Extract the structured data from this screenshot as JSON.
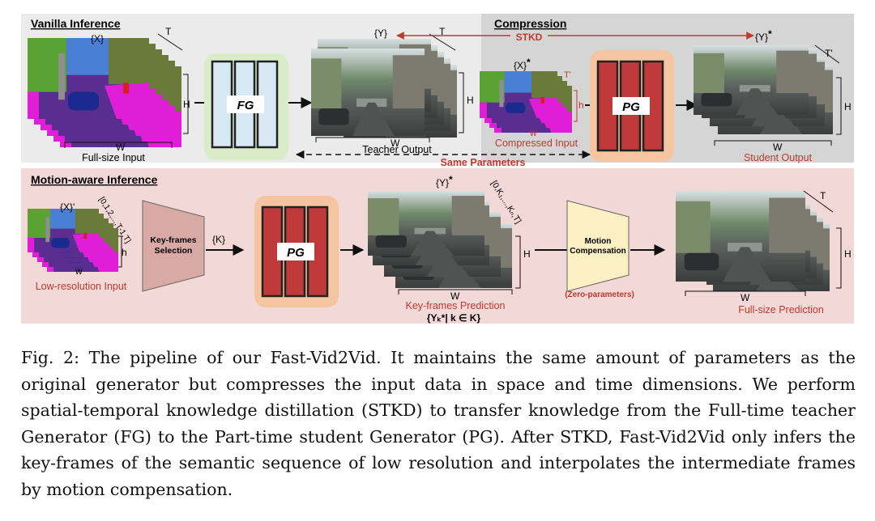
{
  "figure": {
    "vanilla": {
      "title": "Vanilla Inference",
      "input_set": "{X}",
      "input_label": "Full-size Input",
      "dim_T": "T",
      "dim_H": "H",
      "dim_W": "W",
      "generator": "FG",
      "teacher_set": "{Y}",
      "teacher_label": "Teacher Output",
      "teacher_T": "T",
      "teacher_H": "H",
      "teacher_W": "W"
    },
    "compression": {
      "title": "Compression",
      "stkd": "STKD",
      "input_set": "{X}",
      "input_star": "*",
      "input_T": "T'",
      "input_h": "h",
      "input_w": "w",
      "input_label": "Compressed Input",
      "generator": "PG",
      "student_set": "{Y}",
      "student_star": "*",
      "student_T": "T'",
      "student_H": "H",
      "student_W": "W",
      "student_label": "Student Output",
      "same_params": "Same Parameters"
    },
    "motion": {
      "title": "Motion-aware Inference",
      "input_set": "{X}'",
      "input_seq": "[0,1,2,...,T-1,T]",
      "input_h": "h",
      "input_w": "w",
      "input_label": "Low-resolution Input",
      "key_sel_1": "Key-frames",
      "key_sel_2": "Selection",
      "k_set": "{K}",
      "generator": "PG",
      "pred_set": "{Y}",
      "pred_star": "*",
      "pred_seq": "[0,K₁,...,Kₙ,T]",
      "pred_H": "H",
      "pred_W": "W",
      "pred_label": "Key-frames Prediction",
      "pred_formula": "{Yₖ*| k ∈ K}",
      "mc_1": "Motion",
      "mc_2": "Compensation",
      "mc_note": "(Zero-parameters)",
      "full_T": "T",
      "full_H": "H",
      "full_W": "W",
      "full_label": "Full-size Prediction"
    },
    "colors": {
      "panel_top": "#ebebeb",
      "panel_compress": "#d5d5d5",
      "panel_bottom": "#f3d8d8",
      "fg_block": "#d8e8f5",
      "fg_glow": "#d9ecc8",
      "pg_block": "#c0393b",
      "pg_glow": "#f5c4a0",
      "accent_red": "#c0392b",
      "keysel": "#d9a9a6",
      "motion_comp": "#fdf0c4"
    }
  },
  "caption": "Fig. 2: The pipeline of our Fast-Vid2Vid. It maintains the same amount of parameters as the original generator but compresses the input data in space and time dimensions. We perform spatial-temporal knowledge distillation (STKD) to transfer knowledge from the Full-time teacher Generator (FG) to the Part-time student Generator (PG). After STKD, Fast-Vid2Vid only infers the key-frames of the semantic sequence of low resolution and interpolates the intermediate frames by motion compensation."
}
